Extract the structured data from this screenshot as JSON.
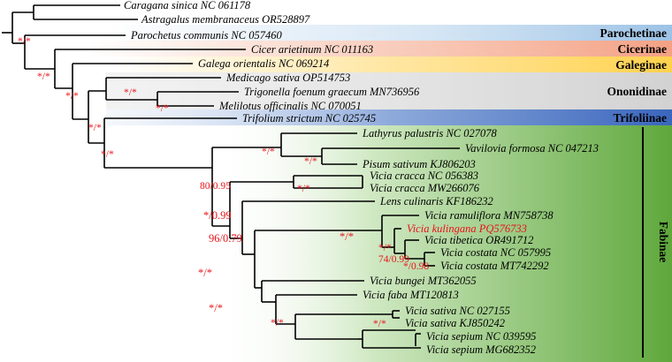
{
  "taxa": [
    "Caragana sinica NC 061178",
    "Astragalus membranaceus OR528897",
    "Parochetus communis NC 057460",
    "Cicer arietinum NC 011163",
    "Galega orientalis NC 069214",
    "Medicago sativa OP514753",
    "Trigonella foenum graecum MN736956",
    "Melilotus officinalis NC 070051",
    "Trifolium strictum NC 025745",
    "Lathyrus palustris NC 027078",
    "Vavilovia formosa NC 047213",
    "Pisum sativum KJ806203",
    "Vicia cracca NC 056383",
    "Vicia cracca MW266076",
    "Lens culinaris KF186232",
    "Vicia ramuliflora MN758738",
    "Vicia kulingana PQ576733",
    "Vicia tibetica OR491712",
    "Vicia costata NC 057995",
    "Vicia costata MT742292",
    "Vicia bungei MT362055",
    "Vicia faba MT120813",
    "Vicia sativa NC 027155",
    "Vicia sativa KJ850242",
    "Vicia sepium NC 039595",
    "Vicia sepium MG682352"
  ],
  "highlighted_taxon": "Vicia kulingana PQ576733",
  "subfamilies": [
    "Parochetinae",
    "Cicerinae",
    "Galeginae",
    "Ononidinae",
    "Trifoliinae",
    "Fabinae"
  ],
  "supports": [
    "*/*",
    "*/*",
    "*/*",
    "*/*",
    "*/*",
    "*/*",
    "*/*",
    "*/*",
    "*/*",
    "*/*",
    "80/0.95",
    "*/0.99",
    "96/0.79",
    "*/*",
    "*/*",
    "74/0.99",
    "*/0.98",
    "*/*",
    "*/*",
    "*/*",
    "*/*"
  ],
  "colors": {
    "parochetinae_band": "#bdd7ee",
    "cicerinae_band": "#f6b9a2",
    "galeginae_band": "#ffe08a",
    "ononidinae_band": "#d9d9d9",
    "trifoliinae_band": "#4472c4",
    "fabinae_band": "#5fa83c",
    "support_text": "#e8141a",
    "highlight_taxon": "#e8141a"
  }
}
